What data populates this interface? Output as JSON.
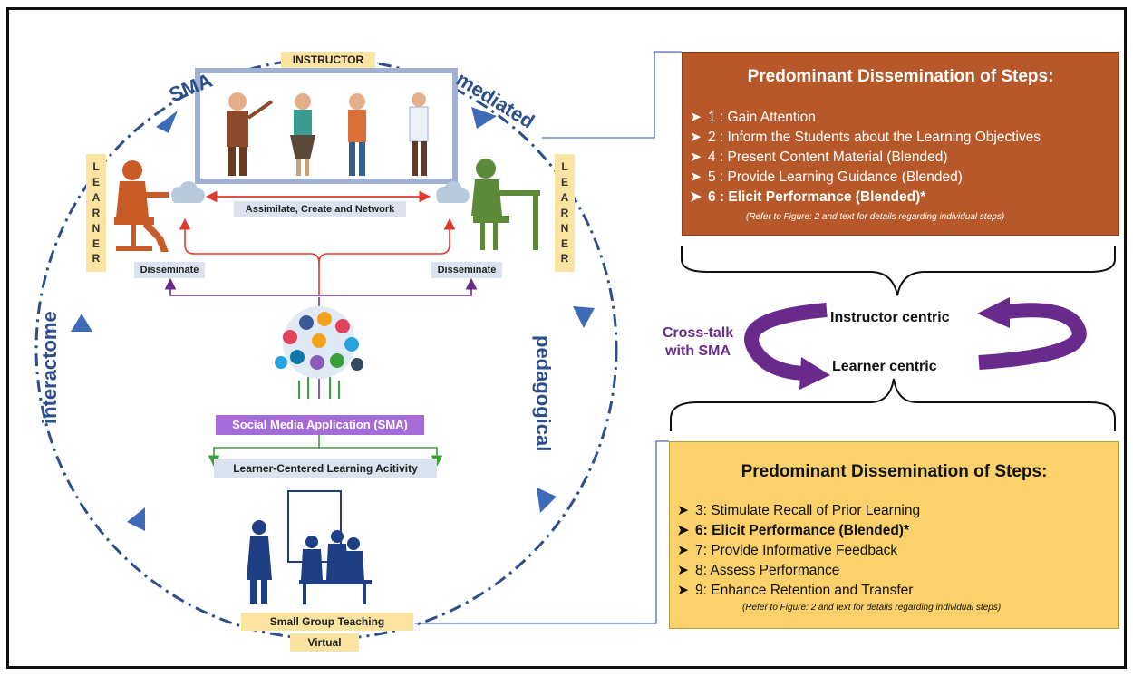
{
  "diagram": {
    "curve_words": {
      "sma": "SMA",
      "mediated": "mediated",
      "pedagogical": "pedagogical",
      "interactome": "interactome"
    },
    "instructor_label": "INSTRUCTOR",
    "learner_letters": [
      "L",
      "E",
      "A",
      "R",
      "N",
      "E",
      "R"
    ],
    "assimilate_label": "Assimilate, Create  and Network",
    "disseminate_left": "Disseminate",
    "disseminate_right": "Disseminate",
    "sma_label": "Social Media Application (SMA)",
    "learner_activity_label": "Learner-Centered Learning Acitivity",
    "small_group_label": "Small Group Teaching",
    "virtual_label": "Virtual",
    "cross_talk": [
      "Cross-talk",
      "with SMA"
    ],
    "instructor_centric": "Instructor centric",
    "learner_centric": "Learner centric",
    "colors": {
      "curve": "#2c4f8c",
      "orange_box": "#b7582a",
      "yellow_box": "#fad16a",
      "purple": "#6a2a8c",
      "red_arrow": "#e03a2f",
      "green_arrow": "#3aa13a"
    }
  },
  "instructor_box": {
    "title": "Predominant Dissemination of Steps:",
    "steps": [
      "1 : Gain Attention",
      "2 : Inform the Students about the Learning Objectives",
      "4 : Present Content Material  (Blended)",
      "5 : Provide Learning Guidance (Blended)",
      "6 : Elicit Performance (Blended)*"
    ],
    "note": "(Refer to Figure: 2 and text for details regarding individual steps)"
  },
  "learner_box": {
    "title": "Predominant Dissemination of Steps:",
    "steps": [
      "3: Stimulate Recall of Prior Learning",
      "6: Elicit Performance (Blended)*",
      "7: Provide Informative Feedback",
      "8: Assess Performance",
      "9: Enhance Retention and Transfer"
    ],
    "note": "(Refer to Figure: 2 and text for details regarding individual steps)"
  }
}
